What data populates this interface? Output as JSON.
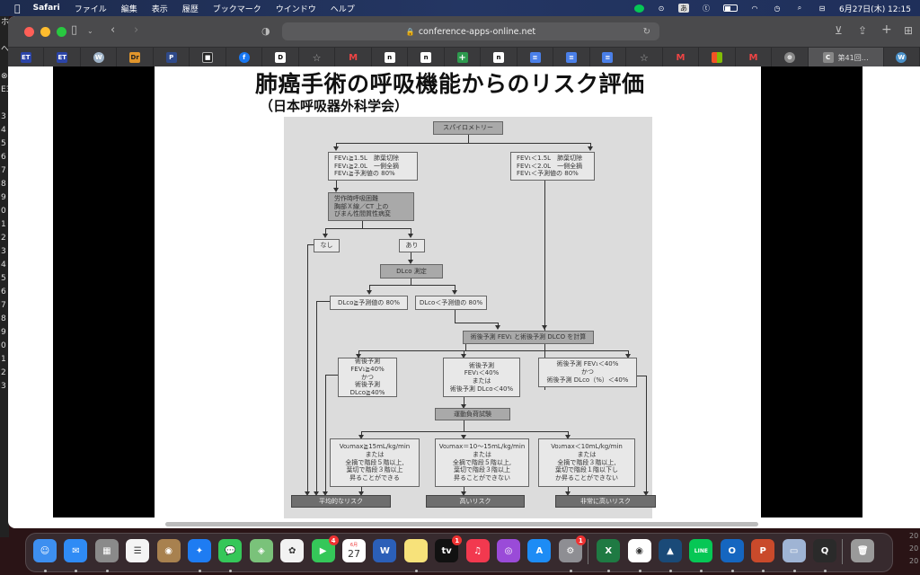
{
  "menubar": {
    "apple": "",
    "app": "Safari",
    "items": [
      "ファイル",
      "編集",
      "表示",
      "履歴",
      "ブックマーク",
      "ウインドウ",
      "ヘルプ"
    ],
    "status_icons": [
      "line-icon",
      "play-icon",
      "input-method-icon",
      "upload-icon",
      "battery-icon",
      "wifi-icon",
      "time-machine-icon",
      "search-icon",
      "control-center-icon"
    ],
    "input_method": "あ",
    "datetime": "6月27日(木)  12:15"
  },
  "browser": {
    "url": "conference-apps-online.net",
    "bookmarks": [
      "ET",
      "ET",
      "W",
      "Dr",
      "P",
      "■",
      "f",
      "D",
      "☆",
      "M",
      "n",
      "n",
      "+",
      "n",
      "≡",
      "≡",
      "≡",
      "☆",
      "M",
      "⊞",
      "M",
      "⊕"
    ],
    "active_tab": {
      "icon": "C",
      "label": "第41回…"
    },
    "last_tab_icon": "W"
  },
  "left_strip": [
    "ホ",
    "",
    "へ",
    "",
    "⊗",
    "E3",
    "",
    "3",
    "4",
    "5",
    "6",
    "7",
    "8",
    "9",
    "0",
    "1",
    "2",
    "3",
    "4",
    "5",
    "6",
    "7",
    "8",
    "9",
    "0",
    "1",
    "2",
    "3"
  ],
  "slide": {
    "title": "肺癌手術の呼吸機能からのリスク評価",
    "subtitle": "（日本呼吸器外科学会）",
    "nodes": {
      "spirometry": "スパイロメトリー",
      "fev_ok": "FEV₁≧1.5L　肺葉切除\nFEV₁≧2.0L　一側全摘\nFEV₁≧予測値の 80%",
      "fev_low": "FEV₁＜1.5L　肺葉切除\nFEV₁＜2.0L　一側全摘\nFEV₁＜予測値の 80%",
      "dyspnea": "労作時呼吸困難\n胸部Ｘ線／CT 上の\nびまん性間質性病変",
      "none": "なし",
      "present": "あり",
      "dlco_measure": "DLco 測定",
      "dlco_ok": "DLco≧予測値の 80%",
      "dlco_low": "DLco＜予測値の 80%",
      "calc": "術後予測 FEV₁ と術後予測 DLCO を計算",
      "ppo_ok": "術後予測\nFEV₁≧40%\nかつ\n術後予測 DLco≧40%",
      "ppo_mid": "術後予測\nFEV₁＜40%\nまたは\n術後予測 DLco＜40%",
      "ppo_low": "術後予測 FEV₁＜40%\nかつ\n術後予測 DLco（%）＜40%",
      "exercise": "運動負荷試験",
      "vo2_high": "Vo₂max≧15mL/kg/min\nまたは\n全摘で階段５階以上,\n葉切で階段３階以上\n昇ることができる",
      "vo2_mid": "Vo₂max＝10～15mL/kg/min\nまたは\n全摘で階段５階以上,\n葉切で階段３階以上\n昇ることができない",
      "vo2_low": "Vo₂max＜10mL/kg/min\nまたは\n全摘で階段３階以上,\n葉切で階段１階以下し\nか昇ることができない",
      "risk_avg": "平均的なリスク",
      "risk_high": "高いリスク",
      "risk_very_high": "非常に高いリスク"
    }
  },
  "dock": {
    "apps": [
      {
        "name": "finder",
        "label": "☺",
        "color": "#3d8ff0"
      },
      {
        "name": "mail",
        "label": "✉",
        "color": "#2f8bf5"
      },
      {
        "name": "launchpad",
        "label": "▦",
        "color": "#8a8a8a"
      },
      {
        "name": "reminders",
        "label": "☰",
        "color": "#f4f4f4"
      },
      {
        "name": "contacts",
        "label": "◉",
        "color": "#a8814f"
      },
      {
        "name": "safari",
        "label": "✦",
        "color": "#1e7cf2"
      },
      {
        "name": "messages",
        "label": "💬",
        "color": "#35c759"
      },
      {
        "name": "maps",
        "label": "◈",
        "color": "#7ac27a"
      },
      {
        "name": "photos",
        "label": "✿",
        "color": "#f2f2f2"
      },
      {
        "name": "facetime",
        "label": "▶",
        "color": "#35c759",
        "badge": "4"
      },
      {
        "name": "calendar",
        "label": "27",
        "color": "#ffffff",
        "month": "6月"
      },
      {
        "name": "word",
        "label": "W",
        "color": "#2b5fb8"
      },
      {
        "name": "notes",
        "label": "",
        "color": "#f7e27a"
      },
      {
        "name": "tv",
        "label": "tv",
        "color": "#111111",
        "badge": "1"
      },
      {
        "name": "music",
        "label": "♫",
        "color": "#f2394f"
      },
      {
        "name": "podcasts",
        "label": "◎",
        "color": "#9a4bd8"
      },
      {
        "name": "app-store",
        "label": "A",
        "color": "#1d8cf5"
      },
      {
        "name": "system-settings",
        "label": "⚙",
        "color": "#8e8e93",
        "badge": "1"
      },
      {
        "name": "excel",
        "label": "X",
        "color": "#1f7a43"
      },
      {
        "name": "chrome",
        "label": "◉",
        "color": "#ffffff"
      },
      {
        "name": "kindle",
        "label": "▲",
        "color": "#1a4a78"
      },
      {
        "name": "line",
        "label": "LINE",
        "color": "#06c755"
      },
      {
        "name": "outlook",
        "label": "O",
        "color": "#1566c0"
      },
      {
        "name": "powerpoint",
        "label": "P",
        "color": "#c94a2b"
      },
      {
        "name": "preview",
        "label": "▭",
        "color": "#9fb4d4"
      },
      {
        "name": "quicktime",
        "label": "Q",
        "color": "#2a2a2a"
      },
      {
        "name": "trash",
        "label": "🗑",
        "color": "#9a9a9a"
      }
    ]
  },
  "right_strip": [
    "20",
    "20",
    "20"
  ]
}
